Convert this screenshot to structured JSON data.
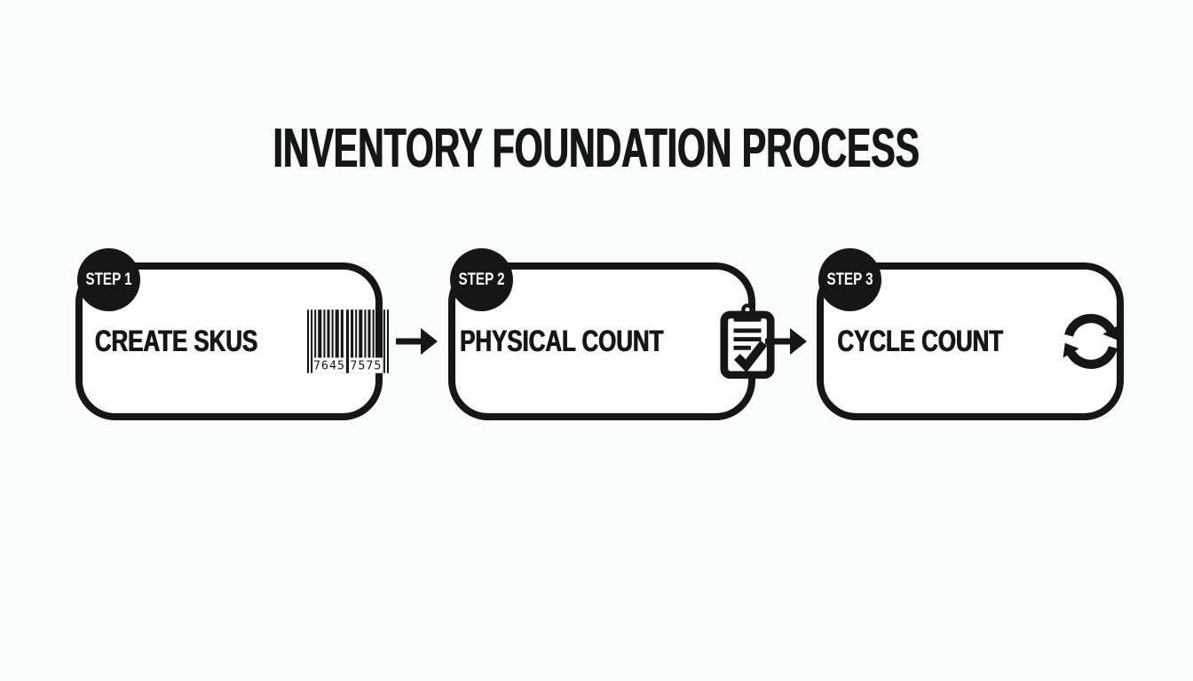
{
  "title": "INVENTORY FOUNDATION PROCESS",
  "colors": {
    "ink": "#161616",
    "background": "#fbfdfd",
    "card_background": "#ffffff",
    "badge_background": "#161616",
    "badge_text": "#ffffff"
  },
  "steps": [
    {
      "badge": "STEP 1",
      "label": "CREATE SKUS",
      "icon": "barcode-icon",
      "barcode": {
        "left_digits": "7645",
        "right_digits": "7575"
      }
    },
    {
      "badge": "STEP 2",
      "label": "PHYSICAL COUNT",
      "icon": "clipboard-checklist-icon"
    },
    {
      "badge": "STEP 3",
      "label": "CYCLE COUNT",
      "icon": "sync-arrows-icon"
    }
  ],
  "connectors": [
    {
      "icon": "right-arrow-icon"
    },
    {
      "icon": "right-arrow-icon"
    }
  ]
}
